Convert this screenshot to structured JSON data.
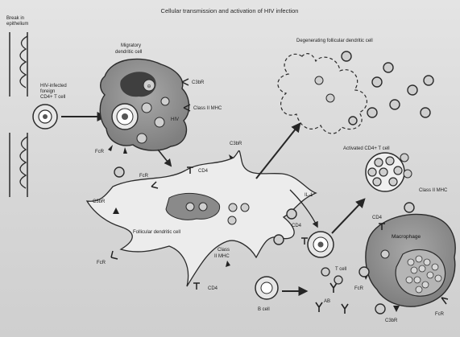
{
  "title": "Cellular transmission and activation of HIV infection",
  "labels": {
    "break_in_epithelium": [
      "Break in",
      "epithelium"
    ],
    "hiv_infected_cell": [
      "HIV-infected",
      "foreign",
      "CD4+ T cell"
    ],
    "migratory_dc": [
      "Migratory",
      "dendritic cell"
    ],
    "c3br": "C3bR",
    "class_ii_mhc": "Class II MHC",
    "class_ii_mhc_split": [
      "Class",
      "II MHC"
    ],
    "hiv": "HIV",
    "fcr": "FcR",
    "cd4": "CD4",
    "degenerating_fdc": "Degenerating follicular dendritic cell",
    "activated_t_cell": "Activated CD4+ T cell",
    "follicular_dc": "Follicular dendritic cell",
    "il1": "IL-1",
    "t_cell": "T cell",
    "b_cell": "B cell",
    "macrophage": "Macrophage",
    "ab": "AB"
  },
  "colors": {
    "cell_fill": "#8f8f8f",
    "cell_dark": "#4a4a4a",
    "outline": "#2b2b2b",
    "virion_fill": "#cfcfcf",
    "arrow": "#262626"
  }
}
